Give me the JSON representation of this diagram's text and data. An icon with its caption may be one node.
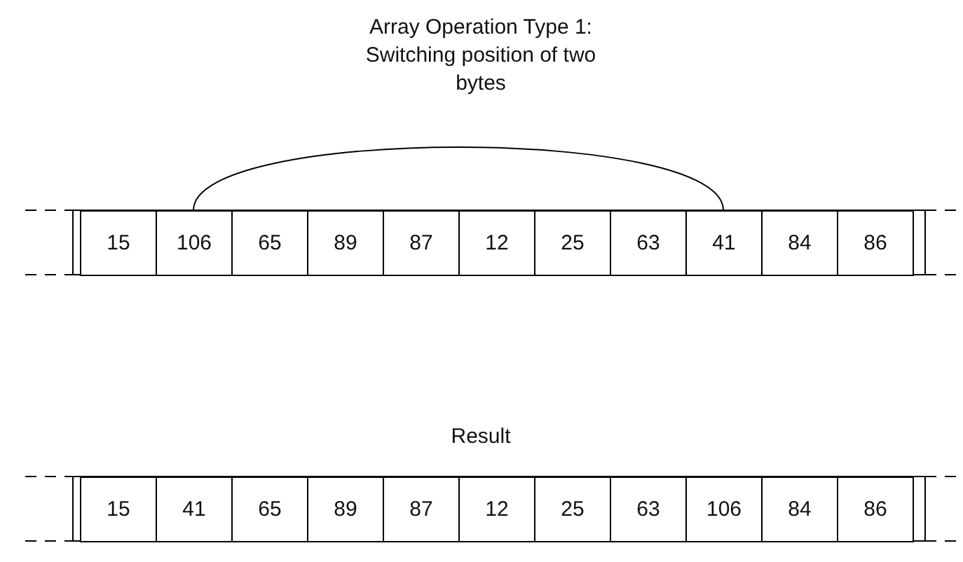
{
  "diagram": {
    "title": "Array Operation Type 1: Switching position of two bytes",
    "nodes": [
      {
        "text": [
          "15"
        ]
      },
      {
        "text": [
          "106"
        ]
      },
      {
        "text": [
          "65"
        ]
      },
      {
        "text": [
          "89"
        ]
      },
      {
        "text": [
          "87"
        ]
      },
      {
        "text": [
          "12"
        ]
      },
      {
        "text": [
          "25"
        ]
      },
      {
        "text": [
          "63"
        ]
      },
      {
        "text": [
          "41"
        ]
      },
      {
        "text": [
          "84"
        ]
      },
      {
        "text": [
          "86"
        ]
      },
      {
        "text": [
          "15"
        ]
      },
      {
        "text": [
          "41"
        ]
      },
      {
        "text": [
          "65"
        ]
      },
      {
        "text": [
          "89"
        ]
      },
      {
        "text": [
          "87"
        ]
      },
      {
        "text": [
          "12"
        ]
      },
      {
        "text": [
          "25"
        ]
      },
      {
        "text": [
          "63"
        ]
      },
      {
        "text": [
          "106"
        ]
      },
      {
        "text": [
          "84"
        ]
      },
      {
        "text": [
          "86"
        ]
      }
    ],
    "edges": [
      {
        "from": 1,
        "to": 8,
        "arrow": "none"
      }
    ],
    "labels": [
      "Result"
    ]
  }
}
